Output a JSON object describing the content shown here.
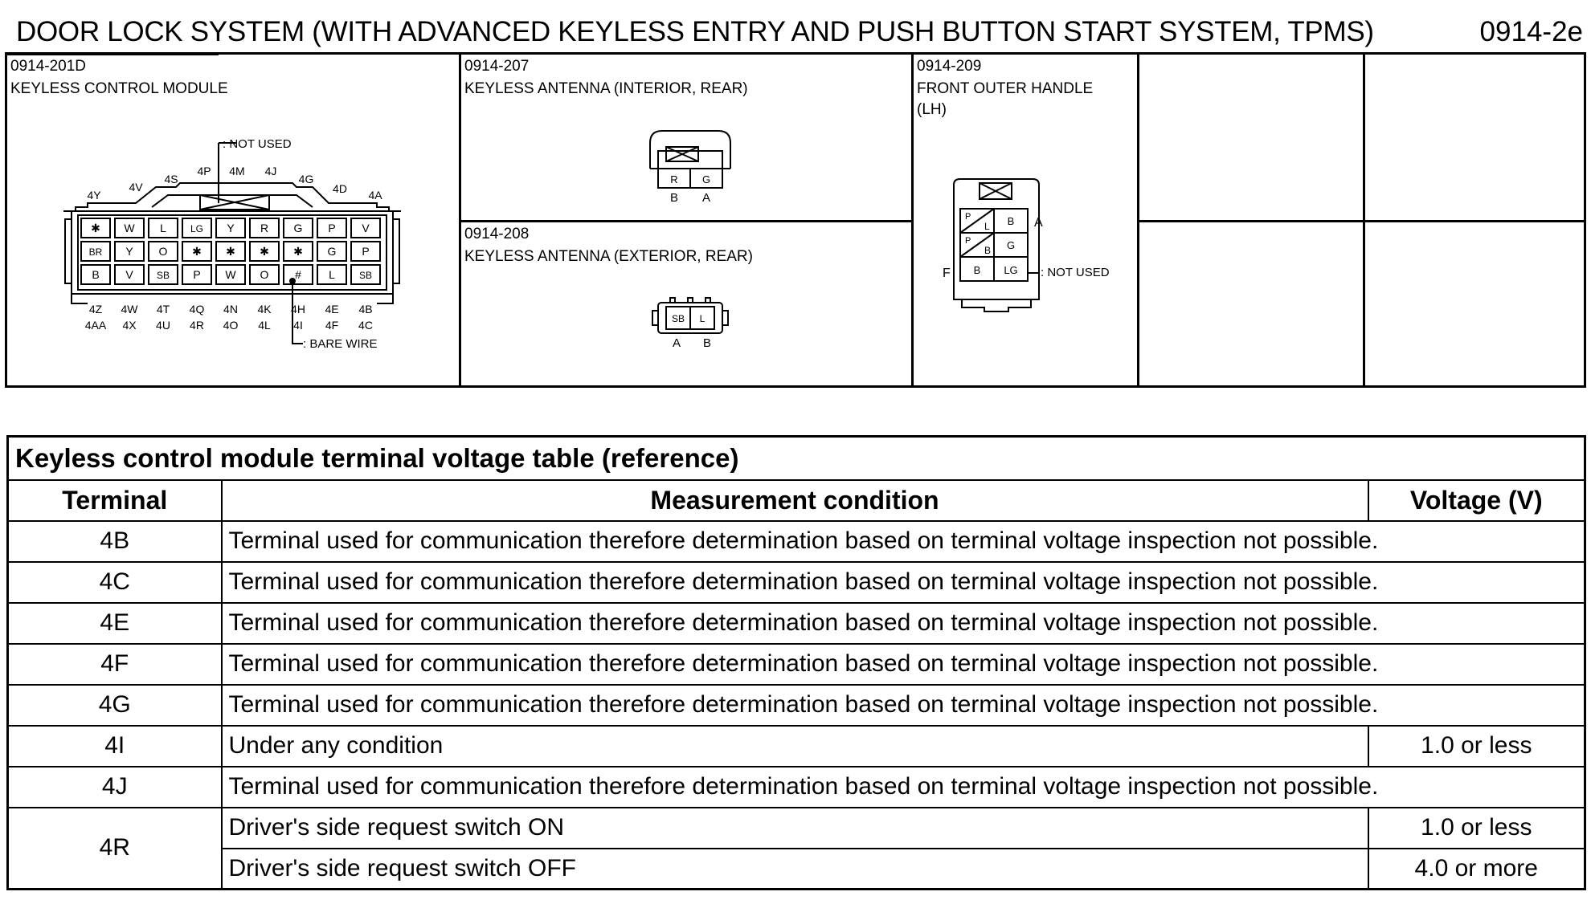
{
  "header": {
    "title": "DOOR LOCK SYSTEM (WITH ADVANCED KEYLESS ENTRY AND PUSH BUTTON START SYSTEM, TPMS)",
    "code": "0914-2e"
  },
  "connectors": {
    "c201d": {
      "code": "0914-201D",
      "name": "KEYLESS CONTROL MODULE",
      "not_used": ": NOT USED",
      "bare_wire": ": BARE WIRE",
      "top_labels": [
        "4Y",
        "4V",
        "4S",
        "4P",
        "4M",
        "4J",
        "4G",
        "4D",
        "4A"
      ],
      "grid": [
        [
          "✱",
          "W",
          "L",
          "LG",
          "Y",
          "R",
          "G",
          "P",
          "V"
        ],
        [
          "BR",
          "Y",
          "O",
          "✱",
          "✱",
          "✱",
          "✱",
          "G",
          "P"
        ],
        [
          "B",
          "V",
          "SB",
          "P",
          "W",
          "O",
          "#",
          "L",
          "SB"
        ]
      ],
      "bottom_row1": [
        "4Z",
        "4W",
        "4T",
        "4Q",
        "4N",
        "4K",
        "4H",
        "4E",
        "4B"
      ],
      "bottom_row2": [
        "4AA",
        "4X",
        "4U",
        "4R",
        "4O",
        "4L",
        "4I",
        "4F",
        "4C"
      ]
    },
    "c207": {
      "code": "0914-207",
      "name": "KEYLESS ANTENNA (INTERIOR, REAR)",
      "pins": [
        "R",
        "G"
      ],
      "pin_labels": [
        "B",
        "A"
      ]
    },
    "c208": {
      "code": "0914-208",
      "name": "KEYLESS ANTENNA (EXTERIOR, REAR)",
      "pins": [
        "SB",
        "L"
      ],
      "pin_labels": [
        "A",
        "B"
      ]
    },
    "c209": {
      "code": "0914-209",
      "name_line1": "FRONT OUTER HANDLE",
      "name_line2": "(LH)",
      "pins": [
        "P",
        "L",
        "B",
        "P",
        "B",
        "G",
        "B",
        "LG"
      ],
      "label_a": "A",
      "label_f": "F",
      "not_used": ": NOT USED"
    }
  },
  "voltage_table": {
    "caption": "Keyless control module terminal voltage table (reference)",
    "headers": {
      "terminal": "Terminal",
      "condition": "Measurement condition",
      "voltage": "Voltage (V)"
    },
    "rows": [
      {
        "terminal": "4B",
        "condition": "Terminal used for communication therefore determination based on terminal voltage inspection not possible."
      },
      {
        "terminal": "4C",
        "condition": "Terminal used for communication therefore determination based on terminal voltage inspection not possible."
      },
      {
        "terminal": "4E",
        "condition": "Terminal used for communication therefore determination based on terminal voltage inspection not possible."
      },
      {
        "terminal": "4F",
        "condition": "Terminal used for communication therefore determination based on terminal voltage inspection not possible."
      },
      {
        "terminal": "4G",
        "condition": "Terminal used for communication therefore determination based on terminal voltage inspection not possible."
      },
      {
        "terminal": "4I",
        "condition": "Under any condition",
        "voltage": "1.0 or less"
      },
      {
        "terminal": "4J",
        "condition": "Terminal used for communication therefore determination based on terminal voltage inspection not possible."
      },
      {
        "terminal": "4R",
        "condition": "Driver's side request switch ON",
        "voltage": "1.0 or less"
      },
      {
        "condition": "Driver's side request switch OFF",
        "voltage": "4.0 or more"
      }
    ]
  }
}
